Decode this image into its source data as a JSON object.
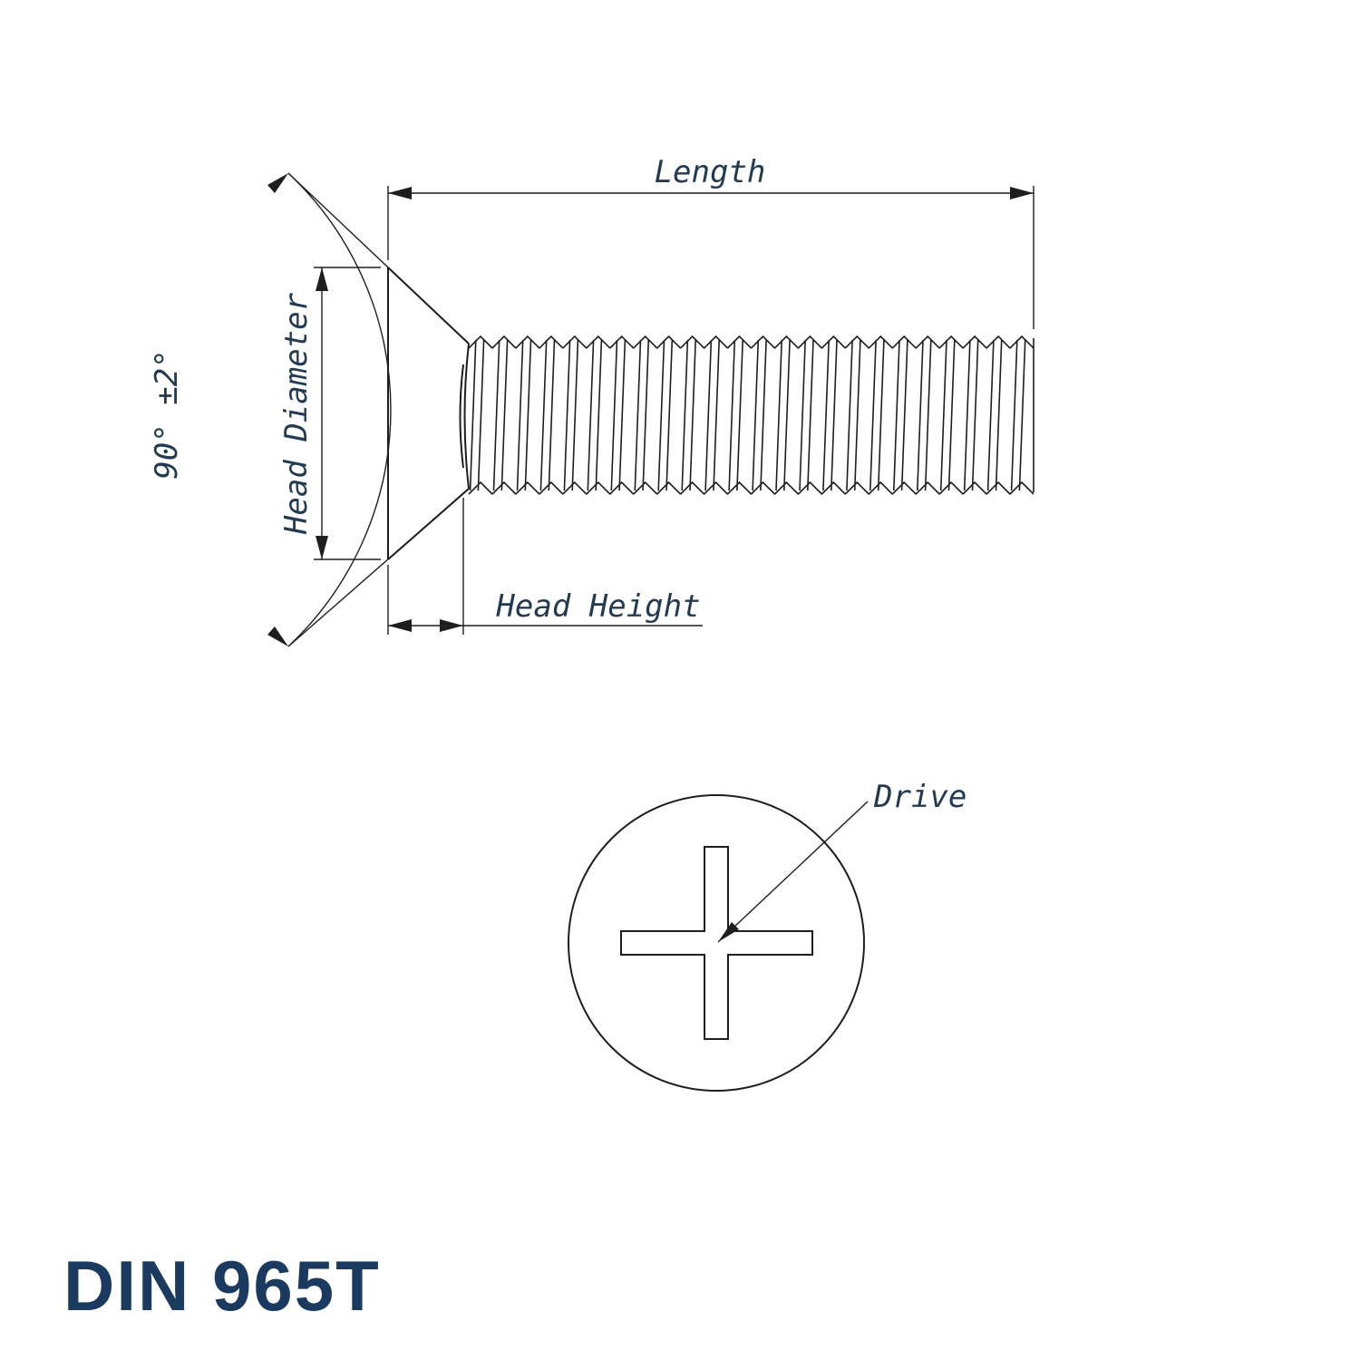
{
  "drawing_title": "DIN 965T",
  "labels": {
    "length": "Length",
    "head_diameter": "Head Diameter",
    "angle_tolerance": "90° ±2°",
    "head_height": "Head Height",
    "drive": "Drive"
  },
  "colors": {
    "line": "#1e1e1e",
    "label_text": "#223a52",
    "title_text": "#1b3a5f",
    "background": "#ffffff"
  }
}
